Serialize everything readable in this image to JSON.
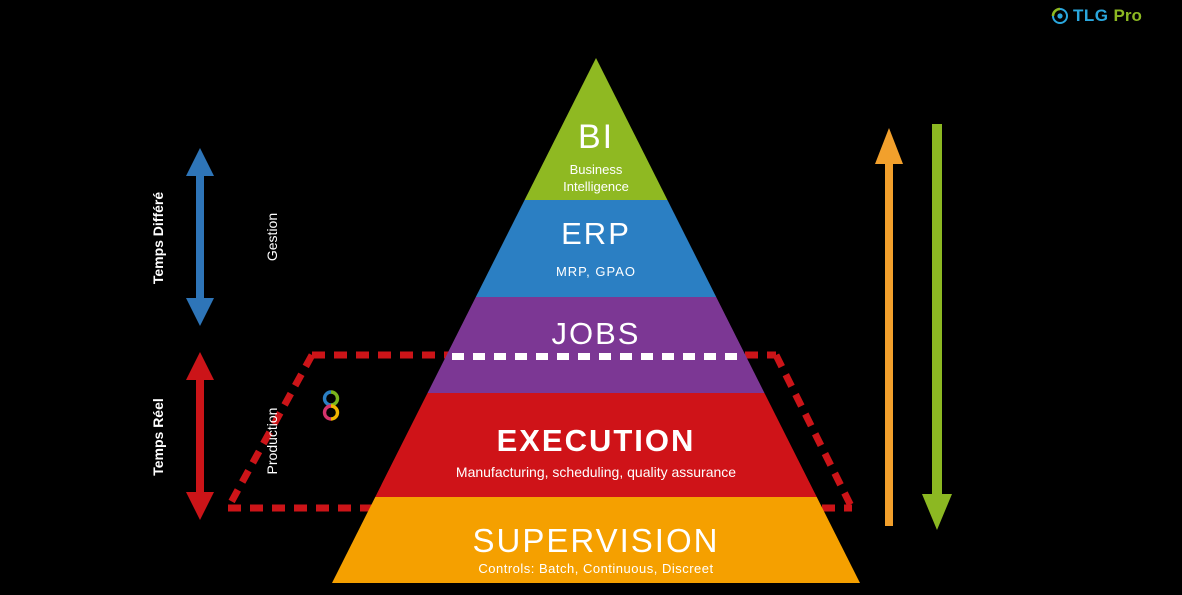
{
  "logo": {
    "brand": "TLG",
    "suffix": "Pro",
    "icon": "ring-logo-icon",
    "brand_color": "#2aa7de",
    "suffix_color": "#8cb822"
  },
  "left_labels": {
    "temps_differe": "Temps Différé",
    "gestion": "Gestion",
    "temps_reel": "Temps Réel",
    "production": "Production"
  },
  "pyramid": {
    "levels": [
      {
        "title": "BI",
        "subtitle": "Business Intelligence",
        "color": "#8fb922"
      },
      {
        "title": "ERP",
        "subtitle": "MRP, GPAO",
        "color": "#2b7fc3"
      },
      {
        "title": "JOBS",
        "subtitle": "",
        "color": "#7c3794"
      },
      {
        "title": "EXECUTION",
        "subtitle": "Manufacturing, scheduling, quality assurance",
        "color": "#cf1318"
      },
      {
        "title": "SUPERVISION",
        "subtitle": "Controls: Batch, Continuous, Discreet",
        "color": "#f5a000"
      }
    ]
  },
  "arrows": {
    "left_blue_double": "#2e75b8",
    "left_red_double": "#cc1418",
    "right_orange_up": "#f2a02c",
    "right_green_down": "#8cb822"
  },
  "zones": {
    "realtime_dashed_outline_color": "#cc1418",
    "jobs_divider_color": "#ffffff"
  }
}
